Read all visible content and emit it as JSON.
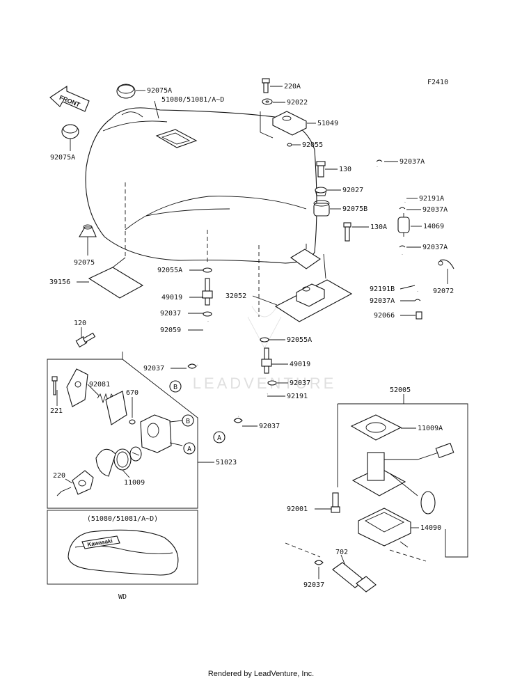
{
  "code": "F2410",
  "front_label": "FRONT",
  "watermark": "LEADVENTURE",
  "inset_title": "(51080/51081/A~D)",
  "inset_caption": "WD",
  "tank_logo": "Kawasaki",
  "footer": "Rendered by LeadVenture, Inc.",
  "callouts": {
    "c92075A_top": "92075A",
    "c51080": "51080/51081/A~D",
    "c92075A_left": "92075A",
    "c220A": "220A",
    "c92022": "92022",
    "c51049": "51049",
    "c92055_top": "92055",
    "c130": "130",
    "c92037A_1": "92037A",
    "c92027": "92027",
    "c92191A": "92191A",
    "c92075B": "92075B",
    "c92037A_2": "92037A",
    "c130A": "130A",
    "c14069": "14069",
    "c92037A_3": "92037A",
    "c92075": "92075",
    "c92055A_1": "92055A",
    "c39156": "39156",
    "c49019_1": "49019",
    "c92037_1": "92037",
    "c92059": "92059",
    "c32052": "32052",
    "c92191B": "92191B",
    "c92072": "92072",
    "c92037A_4": "92037A",
    "c92066": "92066",
    "c92055A_2": "92055A",
    "c120": "120",
    "c92037_2": "92037",
    "c49019_2": "49019",
    "c92037_3": "92037",
    "c92191": "92191",
    "c92081": "92081",
    "c221": "221",
    "c670": "670",
    "c92037_4": "92037",
    "c52005": "52005",
    "c11009A": "11009A",
    "c51023": "51023",
    "c220": "220",
    "c11009": "11009",
    "c92001": "92001",
    "c14090": "14090",
    "c702": "702",
    "c92037_5": "92037"
  },
  "markers": {
    "a": "A",
    "b": "B"
  }
}
